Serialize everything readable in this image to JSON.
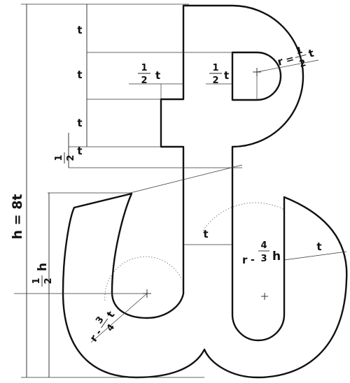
{
  "labels": {
    "height": "h = 8t",
    "t": "t",
    "r": "r",
    "eq": "=",
    "dash": "-",
    "h": "h",
    "one": "1",
    "two": "2",
    "three": "3",
    "four": "4"
  },
  "colors": {
    "ink": "#111111",
    "paper": "#ffffff"
  }
}
